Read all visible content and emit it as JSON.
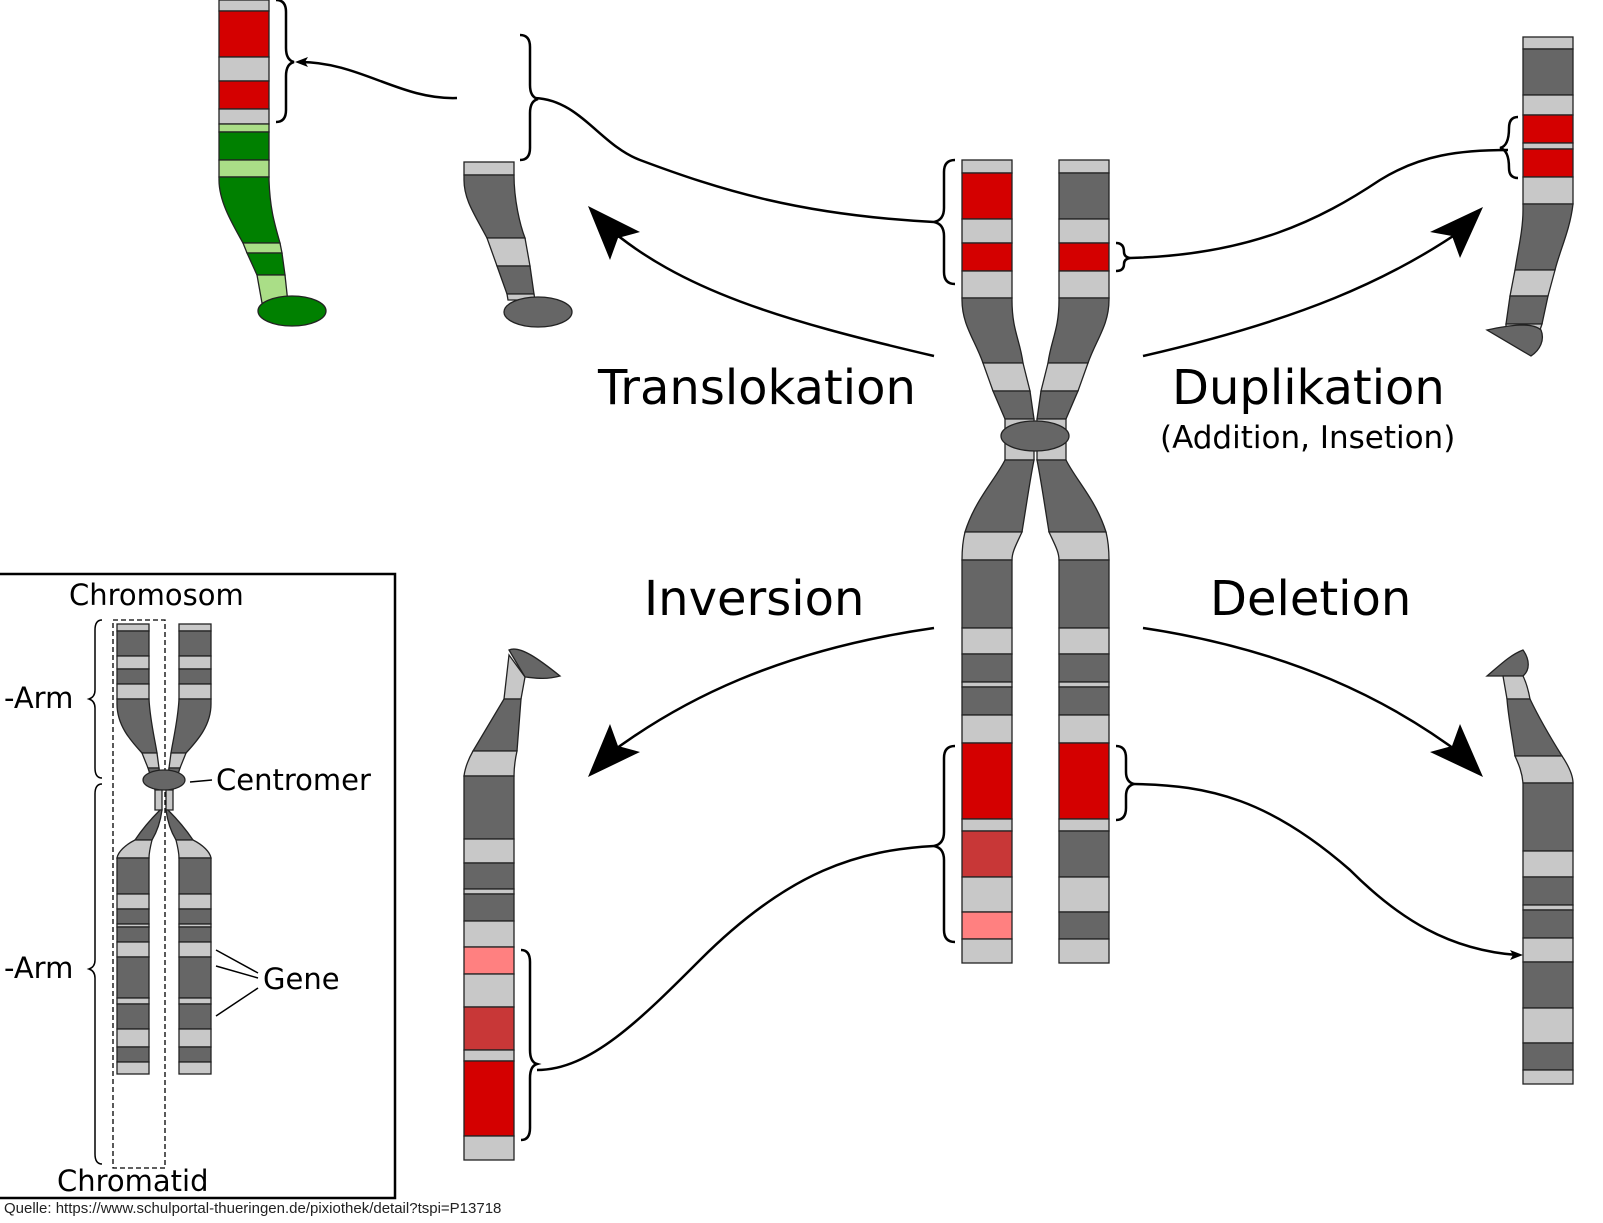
{
  "colors": {
    "dark_band": "#666666",
    "light_band": "#c8c8c8",
    "gene_red": "#d40000",
    "gene_mid_red": "#c83737",
    "gene_pink": "#ff8080",
    "translocated_green": "#008000",
    "translocated_light_green": "#aade87"
  },
  "labels": {
    "translocation": "Translokation",
    "duplication": "Duplikation",
    "duplication_sub": "(Addition, Insetion)",
    "inversion": "Inversion",
    "deletion": "Deletion"
  },
  "legend": {
    "title": "Chromosom",
    "p_arm": "-Arm",
    "q_arm": "-Arm",
    "centromere": "Centromer",
    "genes": "Gene",
    "chromatid": "Chromatid"
  },
  "source": "Quelle: https://www.schulportal-thueringen.de/pixiothek/detail?tspi=P13718"
}
